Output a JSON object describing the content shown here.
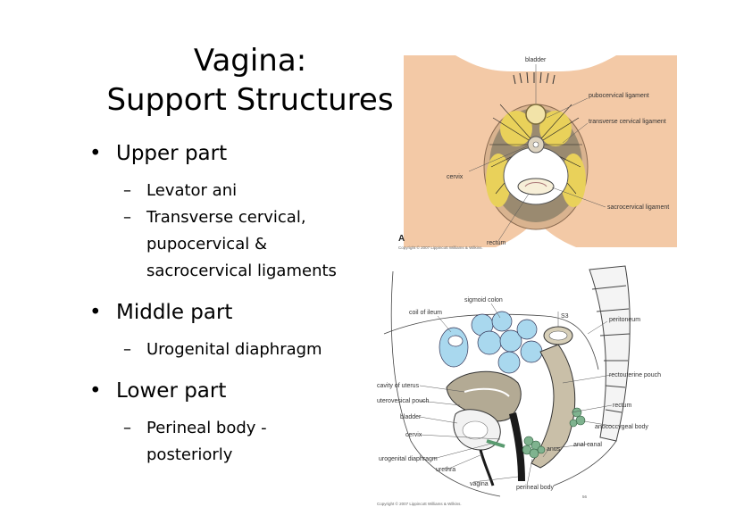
{
  "slide": {
    "title_line1": "Vagina:",
    "title_line2": "Support Structures",
    "bullets": [
      {
        "label": "Upper part",
        "subs": [
          "Levator ani",
          "Transverse cervical,",
          "pupocervical &",
          "sacrocervical ligaments"
        ]
      },
      {
        "label": "Middle part",
        "subs": [
          "Urogenital diaphragm"
        ]
      },
      {
        "label": "Lower part",
        "subs": [
          "Perineal body -",
          "posteriorly"
        ]
      }
    ]
  },
  "figure_a": {
    "letter": "A",
    "copyright": "Copyright © 2007 Lippincott Williams & Wilkins.",
    "labels": {
      "bladder": "bladder",
      "pubocervical": "pubocervical ligament",
      "transverse": "transverse cervical ligament",
      "cervix": "cervix",
      "sacrocervical": "sacrocervical ligament",
      "rectum": "rectum"
    },
    "colors": {
      "skin": "#f3c9a6",
      "fat": "#e9d15a",
      "muscle": "#9a8a70",
      "pale": "#f7efd8"
    }
  },
  "figure_b": {
    "copyright": "Copyright © 2007 Lippincott Williams & Wilkins.",
    "page_mark": "56",
    "labels": {
      "sigmoid": "sigmoid colon",
      "ileum": "coil of ileum",
      "s3": "S3",
      "peritoneum": "peritoneum",
      "rectouterine": "rectouterine pouch",
      "uterus": "cavity of uterus",
      "uterovesical": "uterovesical pouch",
      "bladder": "bladder",
      "rectum": "rectum",
      "cervix": "cervix",
      "anococcygeal": "anococcygeal body",
      "analcanal": "anal canal",
      "anus": "anus",
      "urogenital": "urogenital diaphragm",
      "urethra": "urethra",
      "vagina": "vagina",
      "perineal": "perineal body"
    },
    "colors": {
      "blue": "#a9d8ee",
      "organ": "#b3aa94",
      "green": "#7fb38f",
      "black": "#1a1a1a"
    }
  }
}
